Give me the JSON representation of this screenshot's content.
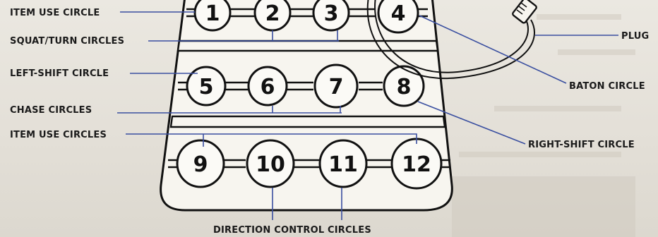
{
  "labels": {
    "item_use_circle": "ITEM USE CIRCLE",
    "squat_turn_circles": "SQUAT/TURN CIRCLES",
    "left_shift_circle": "LEFT-SHIFT CIRCLE",
    "chase_circles": "CHASE CIRCLES",
    "item_use_circles": "ITEM USE CIRCLES",
    "plug": "PLUG",
    "baton_circle": "BATON CIRCLE",
    "right_shift_circle": "RIGHT-SHIFT CIRCLE",
    "direction_control_circles": "DIRECTION CONTROL CIRCLES"
  },
  "circles": [
    "1",
    "2",
    "3",
    "4",
    "5",
    "6",
    "7",
    "8",
    "9",
    "10",
    "11",
    "12"
  ],
  "colors": {
    "leader_line": "#3a4fa0",
    "ink": "#111111",
    "paper": "#f7f5ef"
  }
}
